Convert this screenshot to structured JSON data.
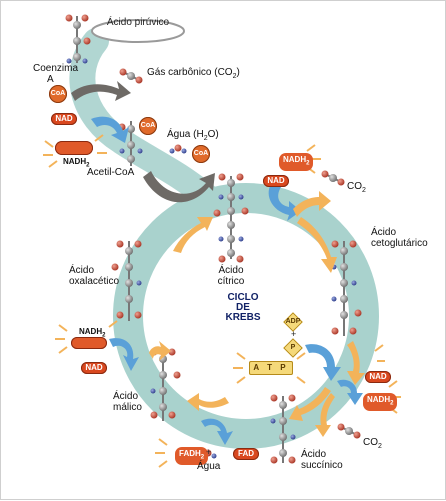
{
  "labels": {
    "piruvico": "Ácido pirúvico",
    "coenzima_line1": "Coenzima",
    "coenzima_line2": "A",
    "gas_carbonico": "Gás carbônico (CO",
    "gas_carbonico_sub": "2",
    "gas_carbonico_end": ")",
    "agua_top": "Água (H",
    "agua_top_sub": "2",
    "agua_top_end": "O)",
    "acetil_coa": "Acetil-CoA",
    "co2": "CO",
    "co2_sub": "2",
    "citrico_line1": "Ácido",
    "citrico_line2": "cítrico",
    "cetoglutarico_line1": "Ácido",
    "cetoglutarico_line2": "cetoglutárico",
    "oxalacetico_line1": "Ácido",
    "oxalacetico_line2": "oxalacético",
    "ciclo_line1": "CICLO",
    "ciclo_line2": "DE",
    "ciclo_line3": "KREBS",
    "malico_line1": "Ácido",
    "malico_line2": "málico",
    "succinico_line1": "Ácido",
    "succinico_line2": "succínico",
    "agua_bottom": "Água"
  },
  "tokens": {
    "nad": "NAD",
    "nadh2": "NADH",
    "nadh2_sub": "2",
    "coa": "CoA",
    "fad": "FAD",
    "fadh2": "FADH",
    "fadh2_sub": "2",
    "adp": "ADP",
    "p": "P",
    "atp": "A T P",
    "plus": "+"
  },
  "colors": {
    "ring": "#a9d2cd",
    "carbon": "#8d8d8d",
    "oxygen": "#c84a3a",
    "nitrogen": "#3b4fa0",
    "arrow_blue": "#5aa0d8",
    "arrow_orange": "#f3b35a",
    "arrow_gray": "#6e6a66",
    "pill": "#d9481f"
  }
}
